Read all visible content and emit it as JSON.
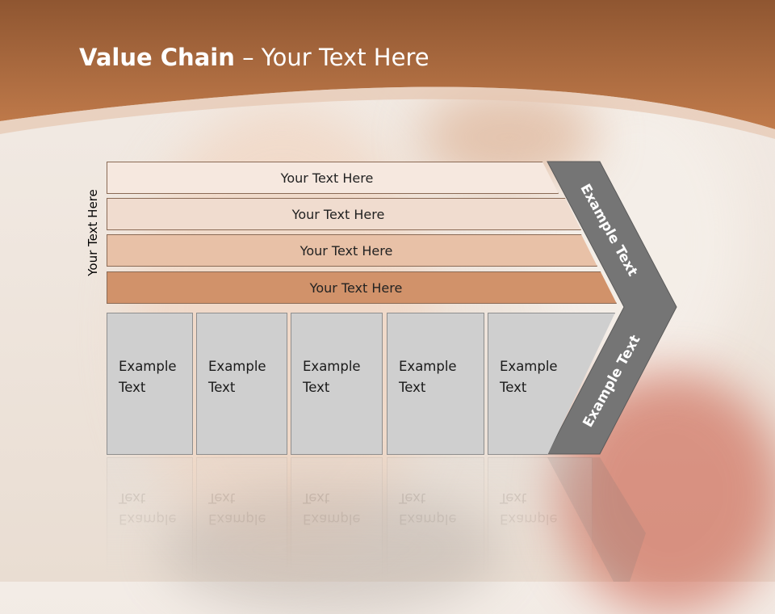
{
  "slide": {
    "title_bold": "Value Chain",
    "title_rest": " – Your Text Here",
    "vertical_label": "Your Text Here"
  },
  "bands": [
    {
      "label": "Your Text Here"
    },
    {
      "label": "Your Text Here"
    },
    {
      "label": "Your Text Here"
    },
    {
      "label": "Your Text Here"
    }
  ],
  "columns": [
    {
      "line1": "Example",
      "line2": "Text"
    },
    {
      "line1": "Example",
      "line2": "Text"
    },
    {
      "line1": "Example",
      "line2": "Text"
    },
    {
      "line1": "Example",
      "line2": "Text"
    },
    {
      "line1": "Example",
      "line2": "Text"
    }
  ],
  "chevron": {
    "top_label": "Example Text",
    "bottom_label": "Example Text"
  },
  "colors": {
    "header": "#b8703f",
    "chevron": "#757575"
  }
}
